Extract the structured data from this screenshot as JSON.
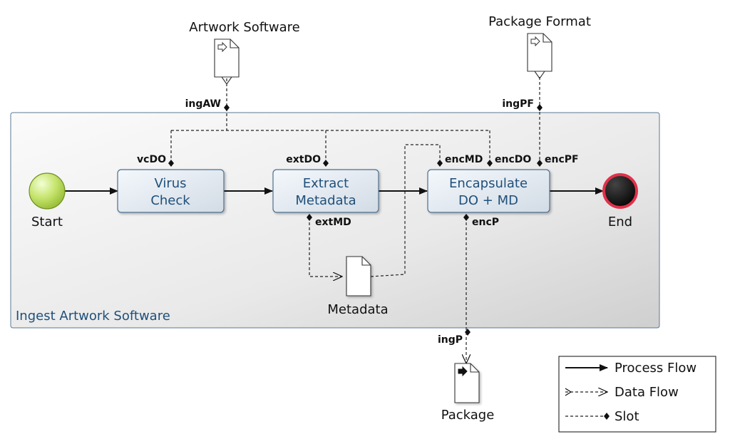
{
  "pool": {
    "label": "Ingest Artwork Software"
  },
  "events": {
    "start": "Start",
    "end": "End"
  },
  "tasks": {
    "virus_check": [
      "Virus",
      "Check"
    ],
    "extract_metadata": [
      "Extract",
      "Metadata"
    ],
    "encapsulate": [
      "Encapsulate",
      "DO + MD"
    ]
  },
  "documents": {
    "artwork_software": "Artwork Software",
    "package_format": "Package Format",
    "metadata": "Metadata",
    "package": "Package"
  },
  "slots": {
    "ingAW": "ingAW",
    "ingPF": "ingPF",
    "vcDO": "vcDO",
    "extDO": "extDO",
    "encMD": "encMD",
    "encDO": "encDO",
    "encPF": "encPF",
    "extMD": "extMD",
    "encP": "encP",
    "ingP": "ingP"
  },
  "legend": {
    "process_flow": "Process Flow",
    "data_flow": "Data Flow",
    "slot": "Slot"
  }
}
